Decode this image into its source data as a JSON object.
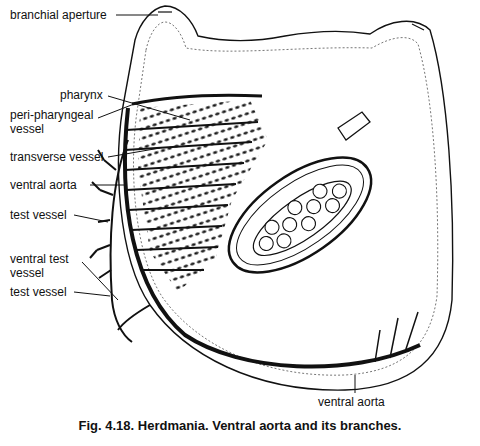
{
  "diagram": {
    "caption": "Fig. 4.18. Herdmania. Ventral aorta and its branches.",
    "labels": [
      "branchial aperture",
      "pharynx",
      "peri-pharyngeal vessel",
      "transverse vessel",
      "ventral aorta",
      "test vessel",
      "ventral test vessel",
      "test vessel",
      "ventral aorta"
    ]
  }
}
